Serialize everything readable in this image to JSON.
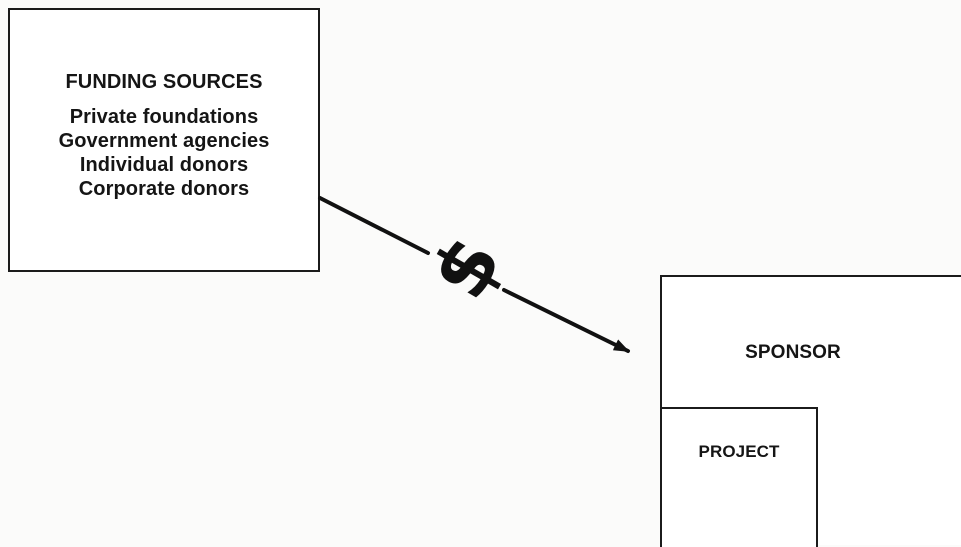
{
  "funding": {
    "title": "FUNDING SOURCES",
    "items": [
      "Private foundations",
      "Government agencies",
      "Individual donors",
      "Corporate donors"
    ]
  },
  "flow": {
    "symbol": "$",
    "direction": "funding-to-sponsor"
  },
  "sponsor": {
    "title": "SPONSOR"
  },
  "project": {
    "title": "PROJECT"
  }
}
